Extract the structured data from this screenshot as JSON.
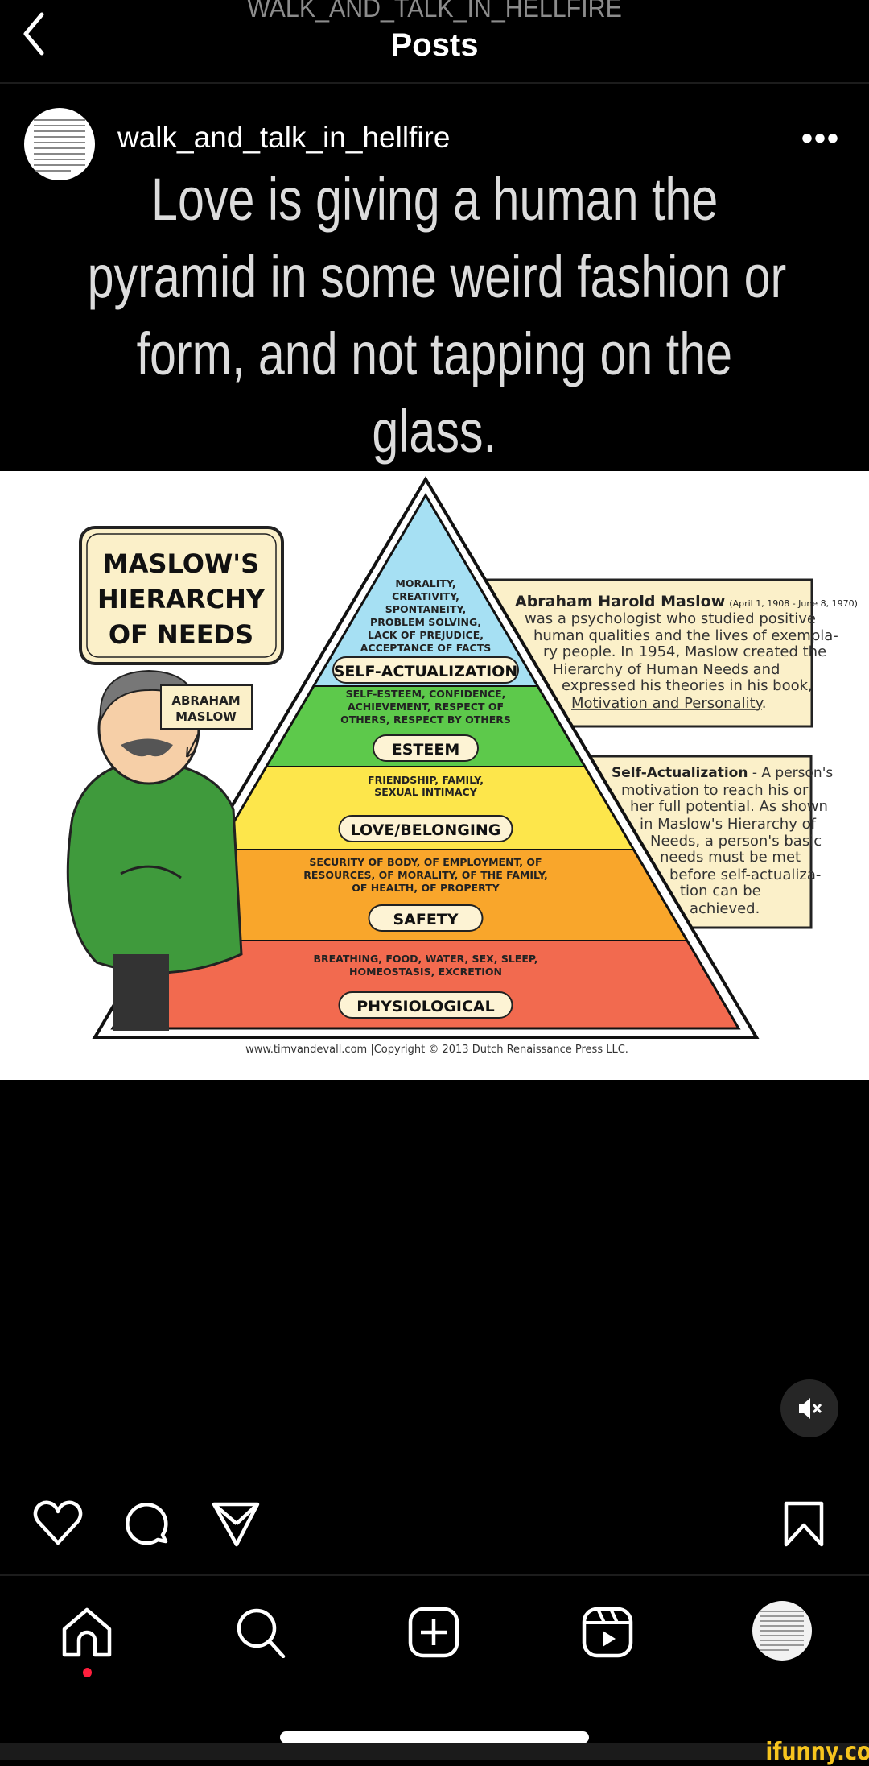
{
  "header": {
    "account": "WALK_AND_TALK_IN_HELLFIRE",
    "title": "Posts"
  },
  "post": {
    "username": "walk_and_talk_in_hellfire",
    "more_label": "•••",
    "caption_lines": [
      "Love is giving a human the",
      "pyramid in some weird fashion or",
      "form, and not tapping on the",
      "glass."
    ]
  },
  "infographic": {
    "title_lines": [
      "MASLOW'S",
      "HIERARCHY",
      "OF NEEDS"
    ],
    "portrait_label_lines": [
      "ABRAHAM",
      "MASLOW"
    ],
    "levels": [
      {
        "label": "SELF-ACTUALIZATION",
        "color": "#a6e0f3",
        "lines": [
          "MORALITY,",
          "CREATIVITY,",
          "SPONTANEITY,",
          "PROBLEM SOLVING,",
          "LACK OF PREJUDICE,",
          "ACCEPTANCE OF FACTS"
        ]
      },
      {
        "label": "ESTEEM",
        "color": "#5dc94b",
        "lines": [
          "SELF-ESTEEM, CONFIDENCE,",
          "ACHIEVEMENT, RESPECT OF",
          "OTHERS, RESPECT BY OTHERS"
        ]
      },
      {
        "label": "LOVE/BELONGING",
        "color": "#fde64b",
        "lines": [
          "FRIENDSHIP, FAMILY,",
          "SEXUAL INTIMACY"
        ]
      },
      {
        "label": "SAFETY",
        "color": "#f9a62b",
        "lines": [
          "SECURITY OF BODY, OF EMPLOYMENT, OF",
          "RESOURCES, OF MORALITY, OF THE FAMILY,",
          "OF HEALTH, OF PROPERTY"
        ]
      },
      {
        "label": "PHYSIOLOGICAL",
        "color": "#f26a4f",
        "lines": [
          "BREATHING, FOOD, WATER, SEX, SLEEP,",
          "HOMEOSTASIS, EXCRETION"
        ]
      }
    ],
    "bio_box": {
      "name": "Abraham Harold Maslow",
      "dates": "(April 1, 1908 - June 8, 1970)",
      "lines": [
        "was a psychologist who studied positive",
        "human qualities and the lives of exempla-",
        "ry people. In 1954, Maslow created the",
        "Hierarchy of Human Needs and",
        "expressed his theories in his book,"
      ],
      "book": "Motivation and Personality",
      "book_end": "."
    },
    "definition_box": {
      "term": "Self-Actualization",
      "first_line_rest": " - A person's",
      "lines": [
        "motivation to reach his or",
        "her full potential. As shown",
        "in Maslow's Hierarchy of",
        "Needs, a person's basic",
        "needs must be met",
        "before self-actualiza-",
        "tion can be",
        "achieved."
      ]
    },
    "credit": "www.timvandevall.com |Copyright © 2013 Dutch Renaissance Press LLC."
  },
  "watermark": "ifunny.co",
  "colors": {
    "box_fill": "#fbf0c9",
    "pill_fill": "#fdf3d4",
    "notification_dot": "#ff1f3d",
    "watermark": "#f7c51e"
  }
}
